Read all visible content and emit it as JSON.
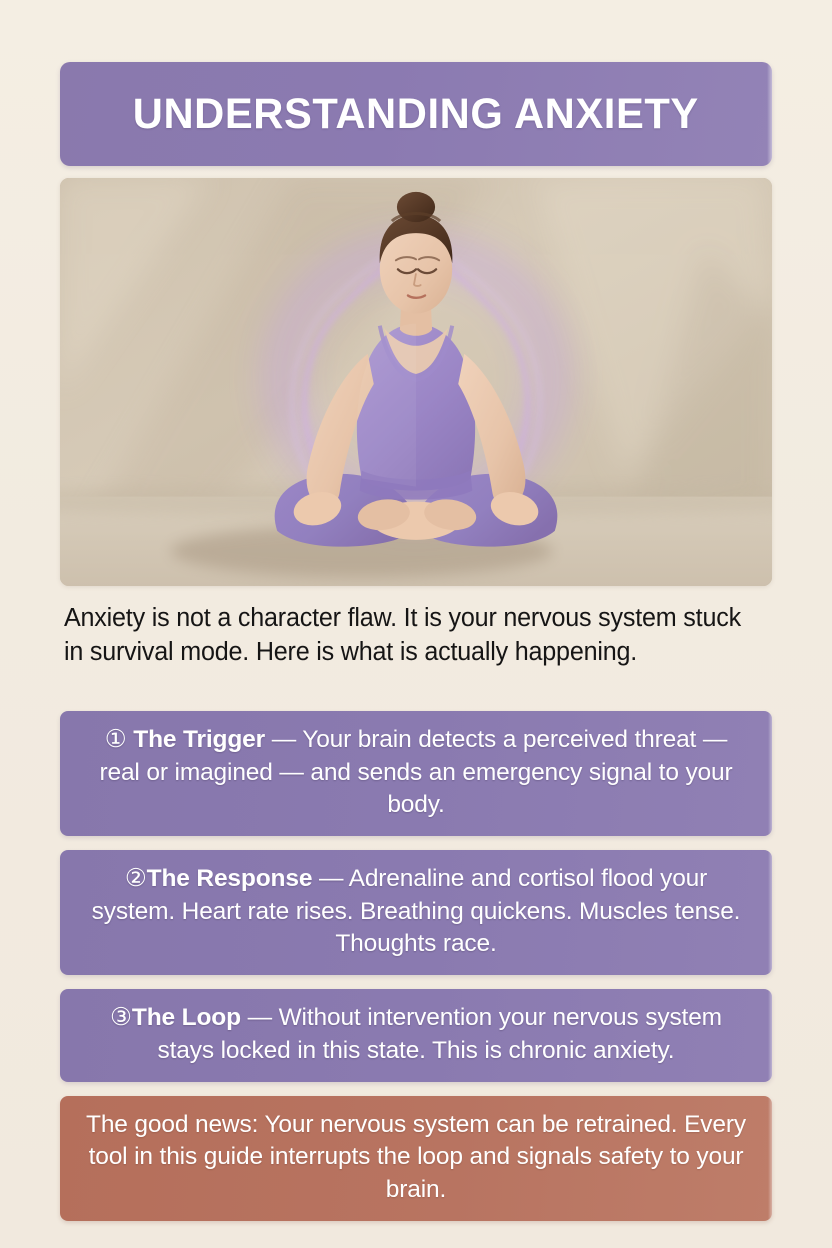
{
  "page": {
    "background_color": "#f3ece1",
    "accent_purple": "#8a7ab0",
    "accent_terracotta": "#b87461",
    "text_color": "#161515",
    "card_text_color": "#ffffff"
  },
  "header": {
    "title": "UNDERSTANDING ANXIETY"
  },
  "hero_image": {
    "alt": "Woman meditating in lotus pose wearing lavender activewear with a purple aura glow against a beige wall with diagonal sunlight shadows",
    "subject": "meditating-woman",
    "clothing_color": "#9b86c4",
    "wall_color": "#c9bba6",
    "aura_color": "#c9a6f0"
  },
  "intro": {
    "text": "Anxiety is not a character flaw. It is your nervous system stuck in survival mode. Here is what is actually happening."
  },
  "steps": [
    {
      "number": "①",
      "term": "The Trigger",
      "body": " — Your brain detects a perceived threat — real or imagined — and sends an emergency signal to your body.",
      "color": "#8a7ab0"
    },
    {
      "number": "②",
      "term": "The Response",
      "body": " — Adrenaline and cortisol flood your system. Heart rate rises. Breathing quickens. Muscles tense. Thoughts race.",
      "color": "#8a7ab0"
    },
    {
      "number": "③",
      "term": "The Loop",
      "body": " — Without intervention your nervous system stays locked in this state. This is chronic anxiety.",
      "color": "#8a7ab0"
    }
  ],
  "conclusion": {
    "text": "The good news: Your nervous system can be retrained. Every tool in this guide interrupts the loop and signals safety to your brain.",
    "color": "#b87461"
  }
}
